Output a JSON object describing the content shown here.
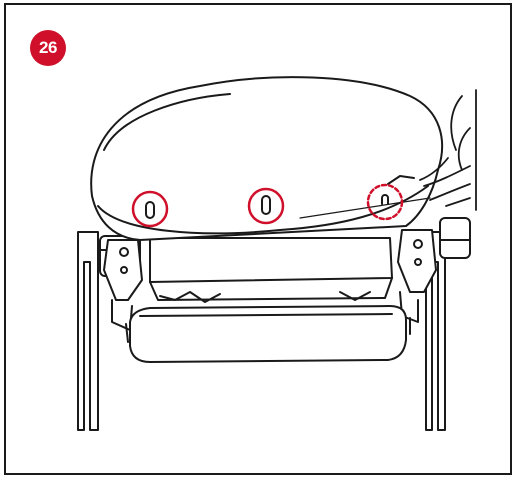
{
  "step": {
    "number": "26"
  },
  "colors": {
    "accent": "#d0102b",
    "ink": "#1a1a1a"
  },
  "callouts": [
    {
      "name": "fastener-hole-left",
      "style": "solid"
    },
    {
      "name": "fastener-hole-center",
      "style": "solid"
    },
    {
      "name": "fastener-hole-right",
      "style": "dashed"
    }
  ]
}
